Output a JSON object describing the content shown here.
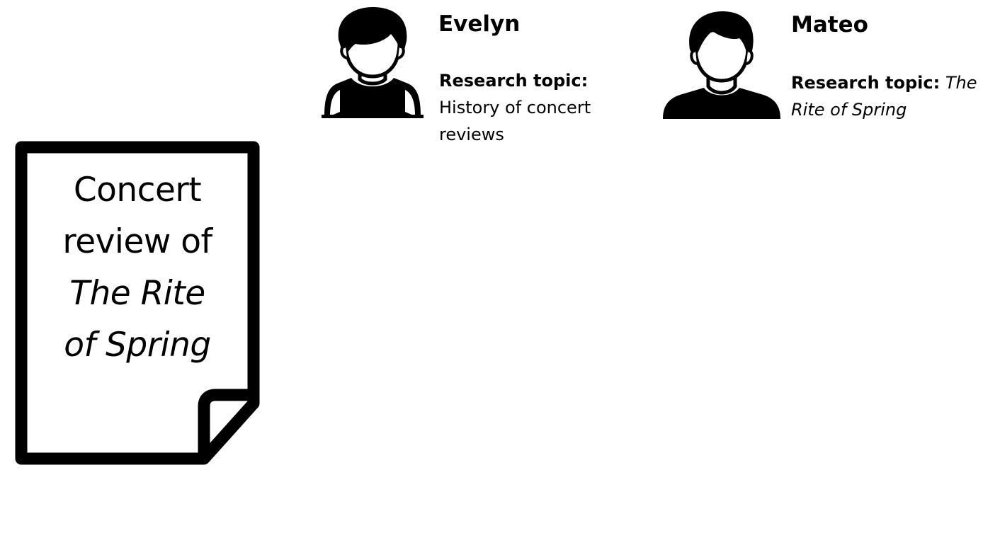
{
  "people": [
    {
      "name": "Evelyn",
      "topic_label": "Research topic:",
      "topic_value": "History of concert reviews",
      "topic_italic": false,
      "icon": "person-female-avatar-icon"
    },
    {
      "name": "Mateo",
      "topic_label": "Research topic:",
      "topic_value": "The Rite of Spring",
      "topic_italic": true,
      "icon": "person-male-avatar-icon"
    }
  ],
  "document": {
    "icon": "document-icon",
    "line1": "Concert",
    "line2": "review of",
    "line3": "The Rite",
    "line4": "of Spring"
  },
  "colors": {
    "ink": "#000000",
    "background": "#ffffff"
  }
}
